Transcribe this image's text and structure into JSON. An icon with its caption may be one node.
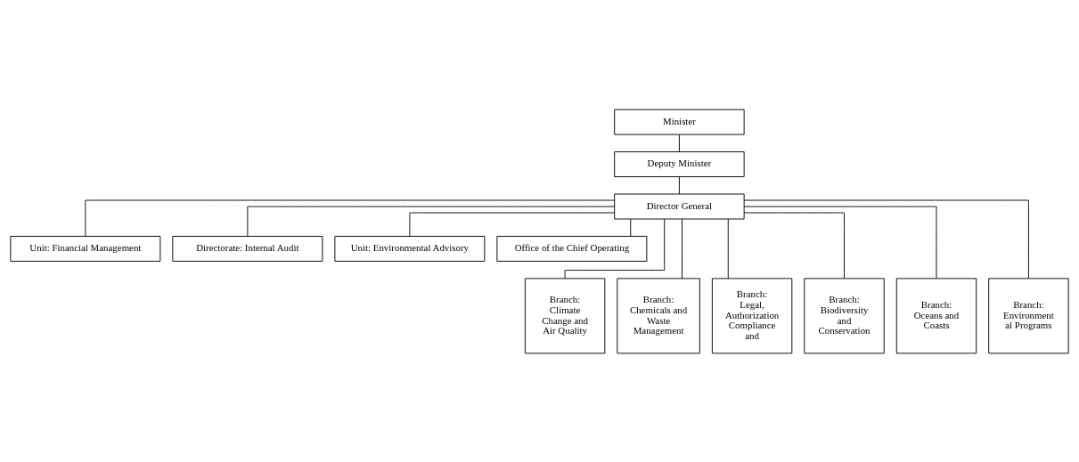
{
  "diagram": {
    "nodes": [
      {
        "text": [
          "Minister"
        ]
      },
      {
        "text": [
          "Deputy Minister"
        ]
      },
      {
        "text": [
          "Director General"
        ]
      },
      {
        "text": [
          "Unit: Financial Management"
        ]
      },
      {
        "text": [
          "Directorate: Internal Audit"
        ]
      },
      {
        "text": [
          "Unit: Environmental Advisory"
        ]
      },
      {
        "text": [
          "Office of the Chief Operating"
        ]
      },
      {
        "text": [
          "Branch: Climate Change and Air Quality"
        ]
      },
      {
        "text": [
          "Branch: Chemicals and Waste Management"
        ]
      },
      {
        "text": [
          "Branch: Legal, Authorization Compliance and"
        ]
      },
      {
        "text": [
          "Branch: Biodiversity and Conservation"
        ]
      },
      {
        "text": [
          "Branch: Oceans and Coasts"
        ]
      },
      {
        "text": [
          "Branch: Environment al Programs"
        ]
      }
    ],
    "edges": [
      {
        "from": 0,
        "to": 1,
        "arrow": "none"
      },
      {
        "from": 1,
        "to": 2,
        "arrow": "none"
      },
      {
        "from": 2,
        "to": 3,
        "arrow": "none"
      },
      {
        "from": 2,
        "to": 4,
        "arrow": "none"
      },
      {
        "from": 2,
        "to": 5,
        "arrow": "none"
      },
      {
        "from": 2,
        "to": 6,
        "arrow": "none"
      },
      {
        "from": 2,
        "to": 7,
        "arrow": "none"
      },
      {
        "from": 2,
        "to": 8,
        "arrow": "none"
      },
      {
        "from": 2,
        "to": 9,
        "arrow": "none"
      },
      {
        "from": 2,
        "to": 10,
        "arrow": "none"
      },
      {
        "from": 2,
        "to": 11,
        "arrow": "none"
      },
      {
        "from": 2,
        "to": 12,
        "arrow": "none"
      }
    ]
  }
}
